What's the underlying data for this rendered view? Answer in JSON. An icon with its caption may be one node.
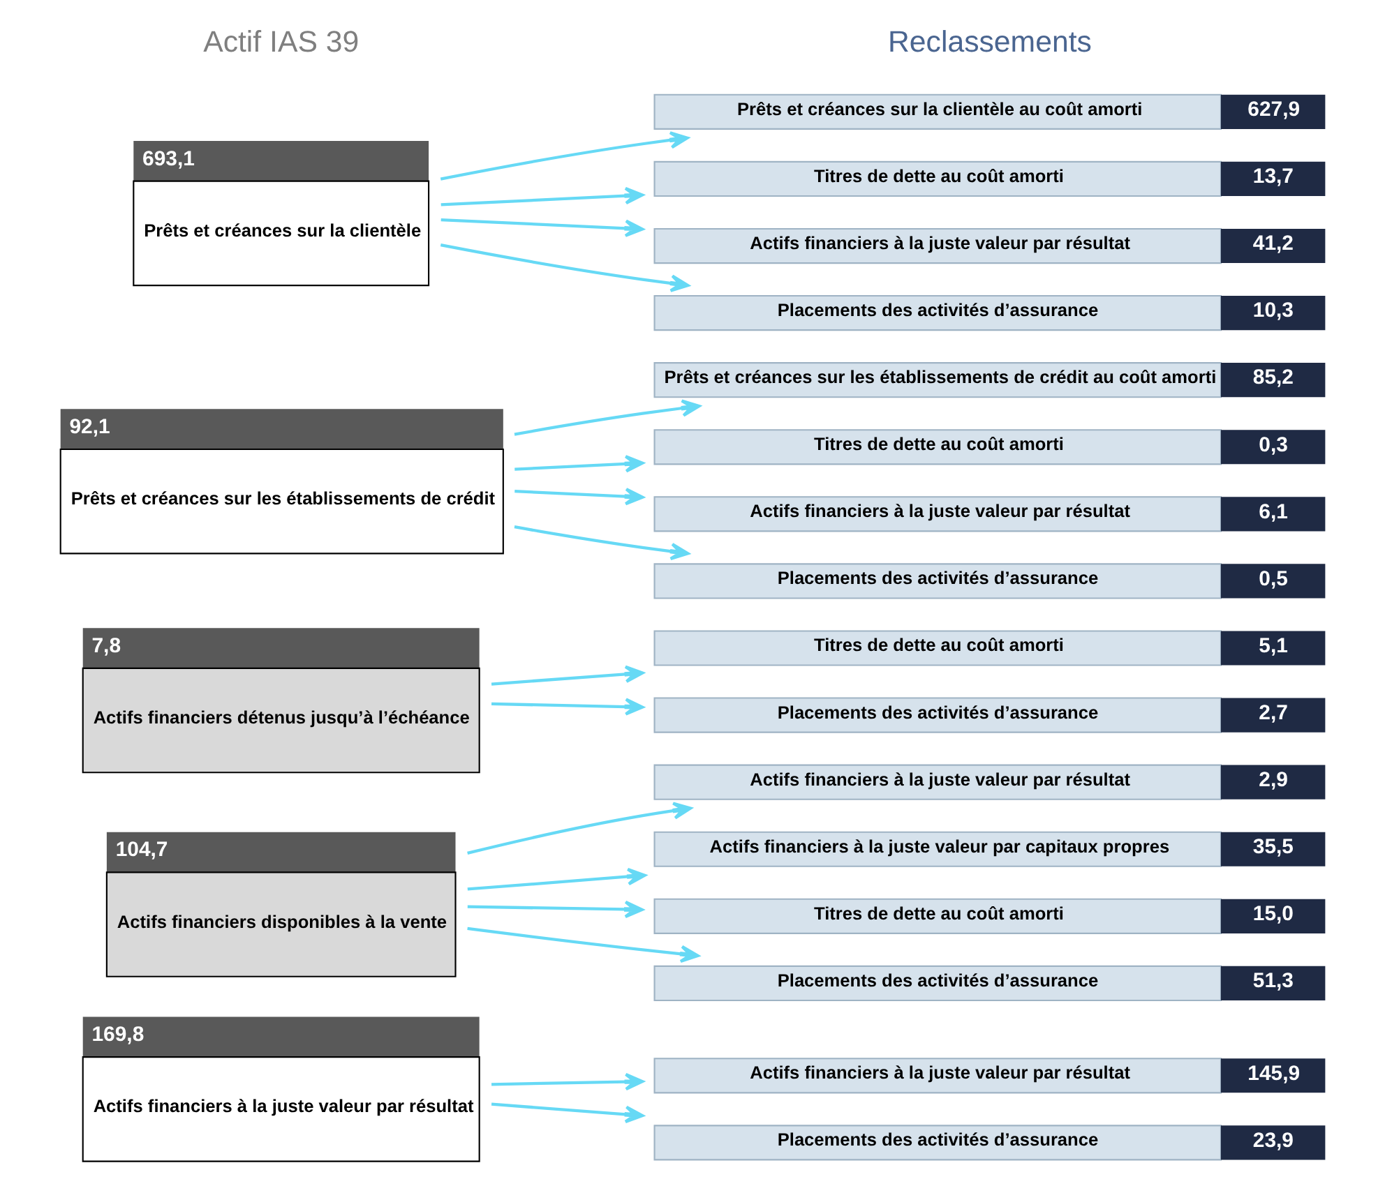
{
  "diagram": {
    "nodes": [
      {
        "text": [
          "Actifs financiers à la juste valeur par résultat"
        ],
        "beside": [
          "169,8"
        ]
      },
      {
        "text": [
          "Actifs financiers à la juste valeur par résultat"
        ],
        "beside": [
          "145,9"
        ]
      },
      {
        "text": [
          "Placements des activités d’assurance"
        ],
        "beside": [
          "23,9"
        ]
      },
      {
        "text": [
          "Actifs financiers disponibles à la vente"
        ],
        "beside": [
          "104,7"
        ]
      },
      {
        "text": [
          "Actifs financiers à la juste valeur par résultat"
        ],
        "beside": [
          "2,9"
        ]
      },
      {
        "text": [
          "Actifs financiers à la juste valeur par capitaux propres"
        ],
        "beside": [
          "35,5"
        ]
      },
      {
        "text": [
          "Titres de dette au coût amorti"
        ],
        "beside": [
          "15,0"
        ]
      },
      {
        "text": [
          "Placements des activités d’assurance"
        ],
        "beside": [
          "51,3"
        ]
      },
      {
        "text": [
          "Actifs financiers détenus jusqu’à l’échéance"
        ],
        "beside": [
          "7,8"
        ]
      },
      {
        "text": [
          "Titres de dette au coût amorti"
        ],
        "beside": [
          "5,1"
        ]
      },
      {
        "text": [
          "Placements des activités d’assurance"
        ],
        "beside": [
          "2,7"
        ]
      },
      {
        "text": [
          "Prêts et créances sur les établissements de crédit"
        ],
        "beside": [
          "92,1"
        ]
      },
      {
        "text": [
          "Prêts et créances sur les établissements de crédit au coût amorti"
        ],
        "beside": [
          "85,2"
        ]
      },
      {
        "text": [
          "Titres de dette au coût amorti"
        ],
        "beside": [
          "0,3"
        ]
      },
      {
        "text": [
          "Actifs financiers à la juste valeur par résultat"
        ],
        "beside": [
          "6,1"
        ]
      },
      {
        "text": [
          "Placements des activités d’assurance"
        ],
        "beside": [
          "0,5"
        ]
      },
      {
        "text": [
          "Prêts et créances sur la clientèle"
        ],
        "beside": [
          "693,1"
        ]
      },
      {
        "text": [
          "Prêts et créances sur la clientèle au coût amorti"
        ],
        "beside": [
          "627,9"
        ]
      },
      {
        "text": [
          "Titres de dette au coût amorti"
        ],
        "beside": [
          "13,7"
        ]
      },
      {
        "text": [
          "Actifs financiers à la juste valeur par résultat"
        ],
        "beside": [
          "41,2"
        ]
      },
      {
        "text": [
          "Placements des activités d’assurance"
        ],
        "beside": [
          "10,3"
        ]
      }
    ],
    "edges": [
      {
        "from": 0,
        "to": 1,
        "arrow": "to"
      },
      {
        "from": 0,
        "to": 2,
        "arrow": "to"
      },
      {
        "from": 3,
        "to": 4,
        "arrow": "to"
      },
      {
        "from": 3,
        "to": 5,
        "arrow": "to"
      },
      {
        "from": 3,
        "to": 6,
        "arrow": "to"
      },
      {
        "from": 3,
        "to": 7,
        "arrow": "to"
      },
      {
        "from": 8,
        "to": 9,
        "arrow": "to"
      },
      {
        "from": 8,
        "to": 10,
        "arrow": "to"
      },
      {
        "from": 11,
        "to": 12,
        "arrow": "to"
      },
      {
        "from": 11,
        "to": 13,
        "arrow": "to"
      },
      {
        "from": 11,
        "to": 14,
        "arrow": "to"
      },
      {
        "from": 11,
        "to": 15,
        "arrow": "to"
      },
      {
        "from": 16,
        "to": 17,
        "arrow": "to"
      },
      {
        "from": 16,
        "to": 18,
        "arrow": "to"
      },
      {
        "from": 16,
        "to": 19,
        "arrow": "to"
      },
      {
        "from": 16,
        "to": 20,
        "arrow": "to"
      }
    ],
    "labels": [
      "Actif IAS 39",
      "Reclassements"
    ]
  }
}
